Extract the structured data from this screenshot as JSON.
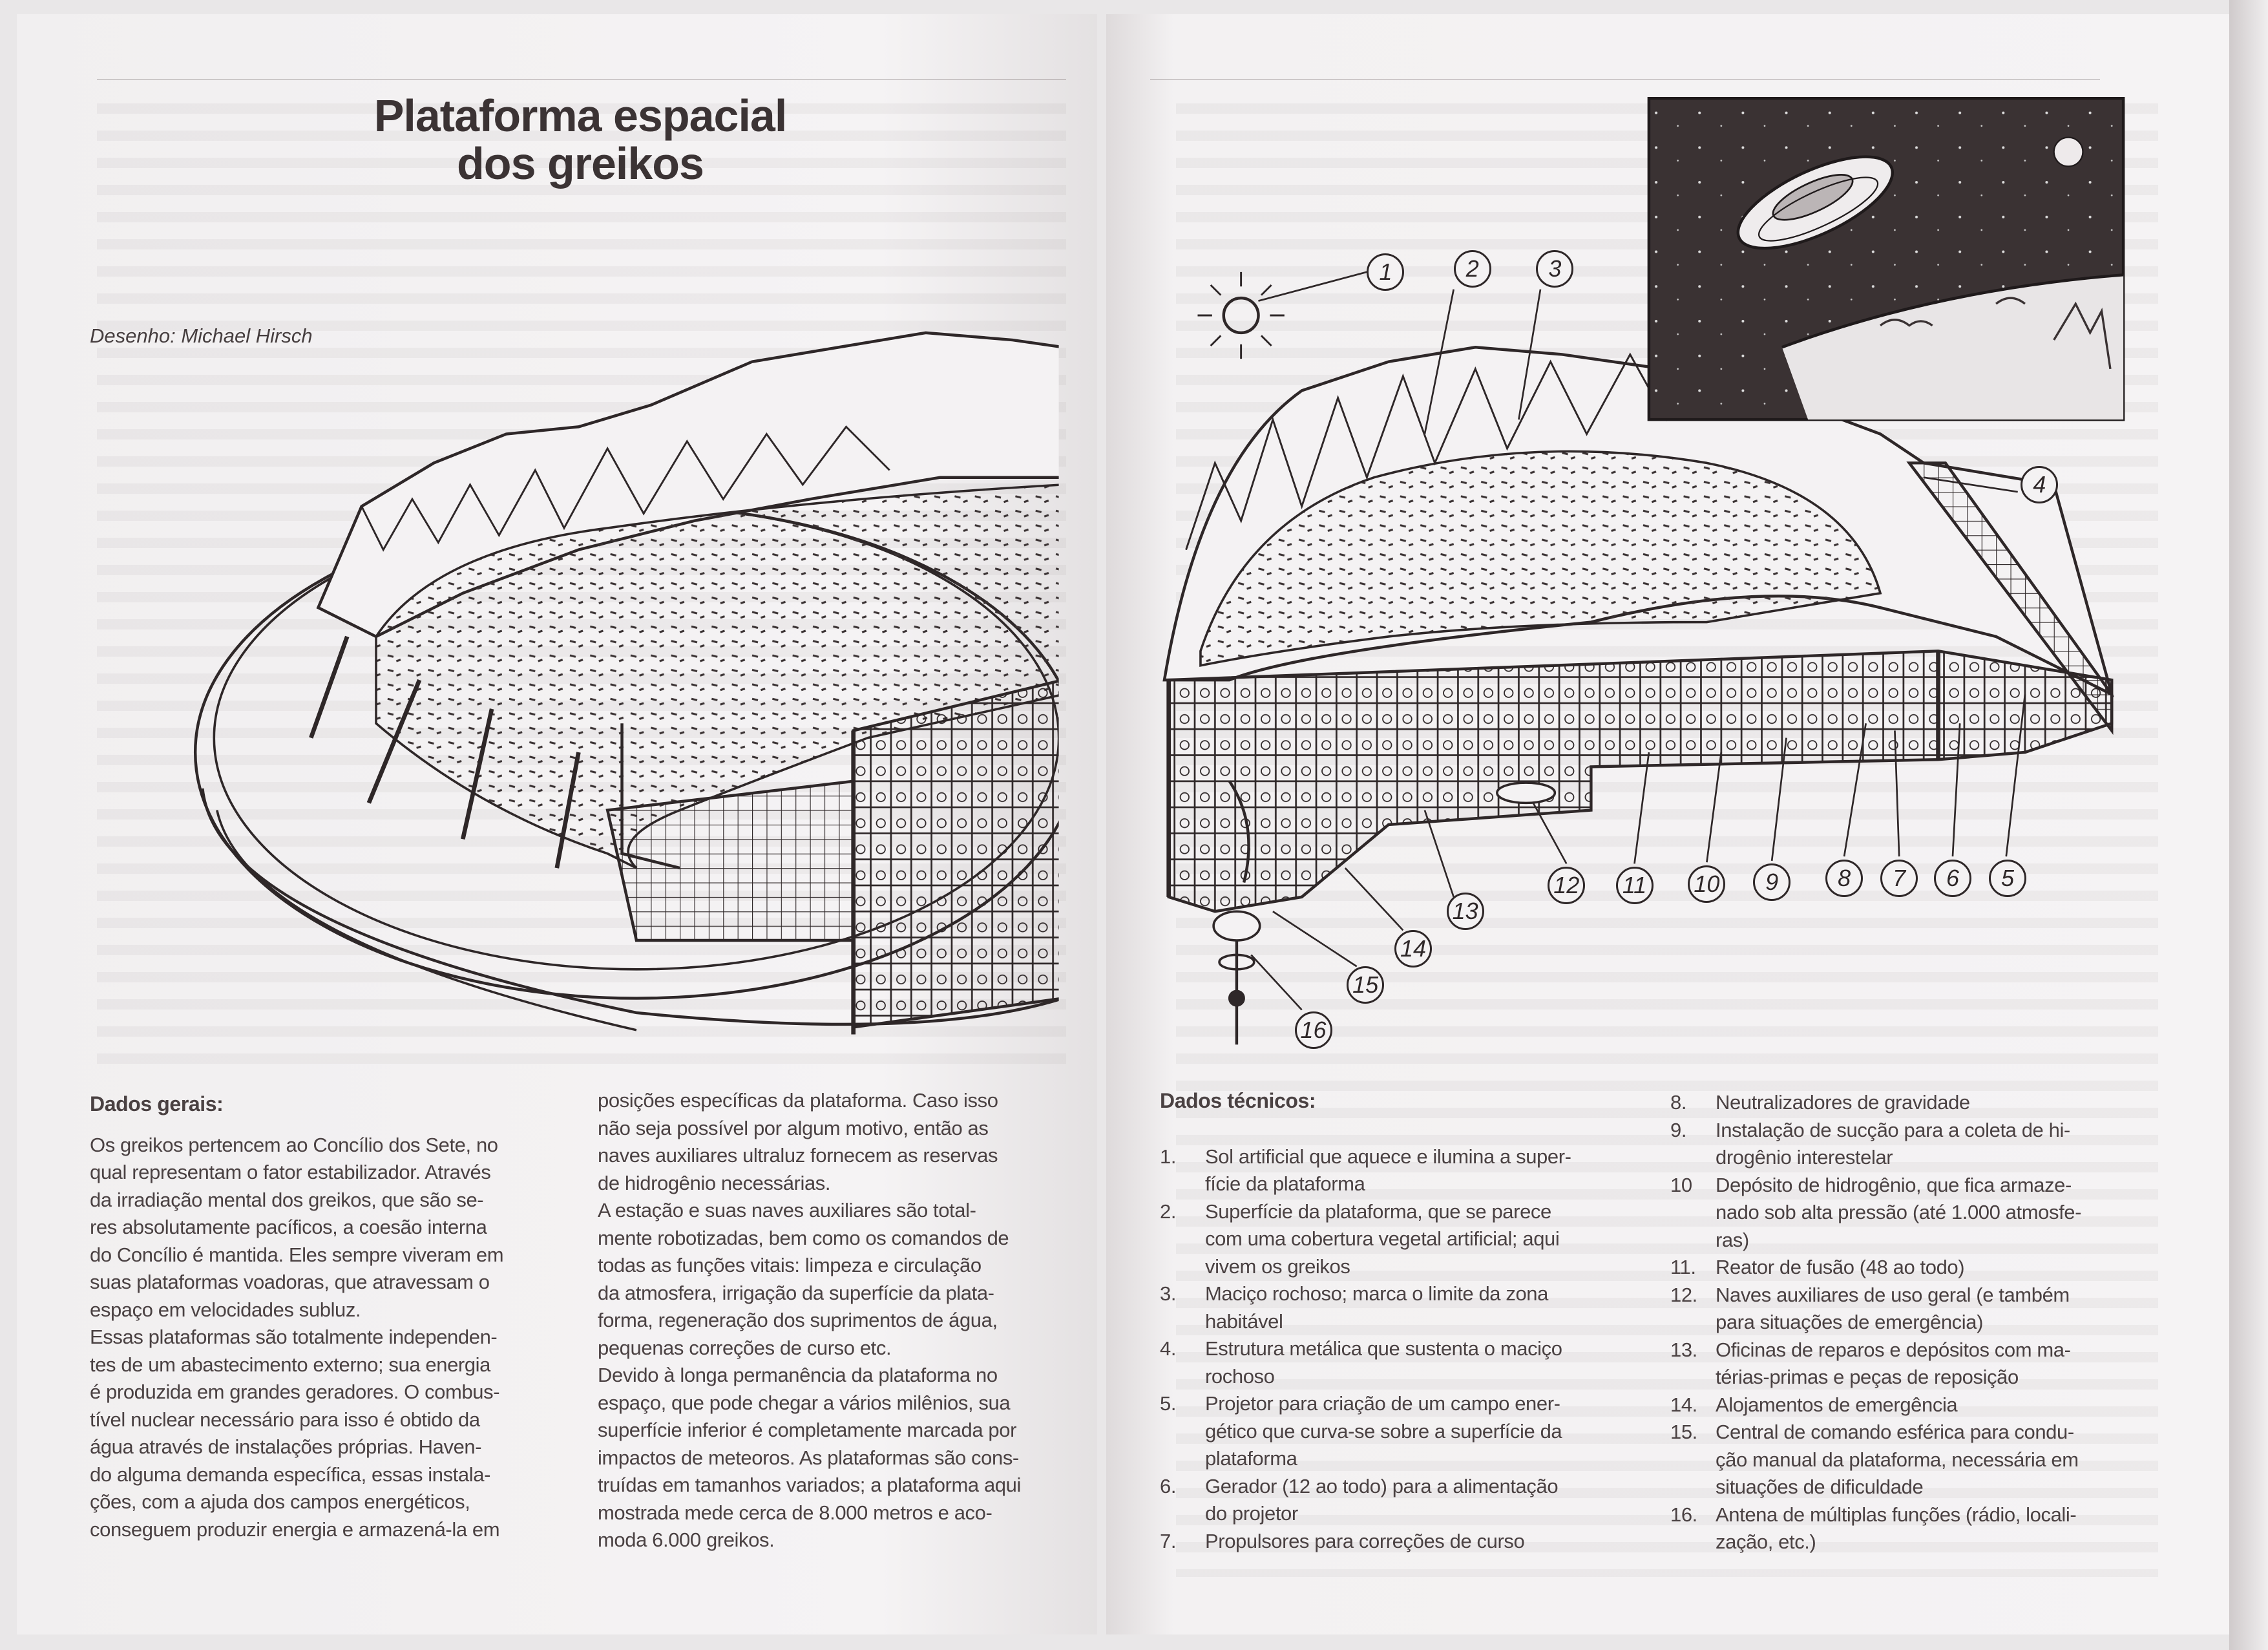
{
  "article": {
    "title_lines": [
      "Plataforma espacial",
      "dos greikos"
    ],
    "credit": "Desenho: Michael Hirsch"
  },
  "general": {
    "heading": "Dados gerais:",
    "lines": [
      "Os greikos pertencem ao Concílio dos Sete, no",
      "qual representam o fator estabilizador. Através",
      "da irradiação mental dos greikos, que são se-",
      "res absolutamente pacíficos, a coesão interna",
      "do Concílio é mantida. Eles sempre viveram em",
      "suas plataformas voadoras, que atravessam o",
      "espaço em velocidades subluz.",
      "Essas plataformas são totalmente independen-",
      "tes de um abastecimento externo; sua energia",
      "é produzida em grandes geradores. O combus-",
      "tível nuclear necessário para isso é obtido da",
      "água através de instalações próprias. Haven-",
      "do alguma demanda específica, essas instala-",
      "ções, com a ajuda dos campos energéticos,",
      "conseguem produzir energia e armazená-la em"
    ],
    "continued_lines": [
      "posições específicas da plataforma. Caso isso",
      "não seja possível por algum motivo, então as",
      "naves auxiliares ultraluz fornecem as reservas",
      "de hidrogênio necessárias.",
      "A estação e suas naves auxiliares são total-",
      "mente robotizadas, bem como os comandos de",
      "todas as funções vitais: limpeza e circulação",
      "da atmosfera, irrigação da superfície da plata-",
      "forma, regeneração dos suprimentos de água,",
      "pequenas correções de curso etc.",
      "Devido à longa permanência da plataforma no",
      "espaço, que pode chegar a vários milênios, sua",
      "superfície inferior é completamente marcada por",
      "impactos de meteoros. As plataformas são cons-",
      "truídas em tamanhos variados; a plataforma aqui",
      "mostrada mede cerca de 8.000 metros e aco-",
      "moda 6.000 greikos."
    ]
  },
  "technical": {
    "heading": "Dados técnicos:",
    "items": [
      {
        "num": "1.",
        "lines": [
          "Sol artificial que aquece e ilumina a super-",
          "fície da plataforma"
        ]
      },
      {
        "num": "2.",
        "lines": [
          "Superfície da plataforma, que se parece",
          "com uma cobertura vegetal artificial; aqui",
          "vivem os greikos"
        ]
      },
      {
        "num": "3.",
        "lines": [
          "Maciço rochoso; marca o limite da zona",
          "habitável"
        ]
      },
      {
        "num": "4.",
        "lines": [
          "Estrutura metálica que sustenta o maciço",
          "rochoso"
        ]
      },
      {
        "num": "5.",
        "lines": [
          "Projetor para criação de um campo ener-",
          "gético que curva-se sobre a superfície da",
          "plataforma"
        ]
      },
      {
        "num": "6.",
        "lines": [
          "Gerador (12 ao todo) para a alimentação",
          "do projetor"
        ]
      },
      {
        "num": "7.",
        "lines": [
          "Propulsores para correções de curso"
        ]
      },
      {
        "num": "8.",
        "lines": [
          "Neutralizadores de gravidade"
        ]
      },
      {
        "num": "9.",
        "lines": [
          "Instalação de sucção para a coleta de hi-",
          "drogênio interestelar"
        ]
      },
      {
        "num": "10",
        "lines": [
          "Depósito de hidrogênio, que fica armaze-",
          "nado sob alta pressão (até 1.000 atmosfe-",
          "ras)"
        ]
      },
      {
        "num": "11.",
        "lines": [
          "Reator de fusão (48 ao todo)"
        ]
      },
      {
        "num": "12.",
        "lines": [
          "Naves auxiliares de uso geral (e também",
          "para situações de emergência)"
        ]
      },
      {
        "num": "13.",
        "lines": [
          "Oficinas de reparos e depósitos com ma-",
          "térias-primas e peças de reposição"
        ]
      },
      {
        "num": "14.",
        "lines": [
          "Alojamentos de emergência"
        ]
      },
      {
        "num": "15.",
        "lines": [
          "Central de comando esférica para condu-",
          "ção manual da plataforma, necessária em",
          "situações de dificuldade"
        ]
      },
      {
        "num": "16.",
        "lines": [
          "Antena de múltiplas funções (rádio, locali-",
          "zação, etc.)"
        ]
      }
    ]
  },
  "diagram_callouts": [
    "1",
    "2",
    "3",
    "4",
    "5",
    "6",
    "7",
    "8",
    "9",
    "10",
    "11",
    "12",
    "13",
    "14",
    "15",
    "16"
  ]
}
